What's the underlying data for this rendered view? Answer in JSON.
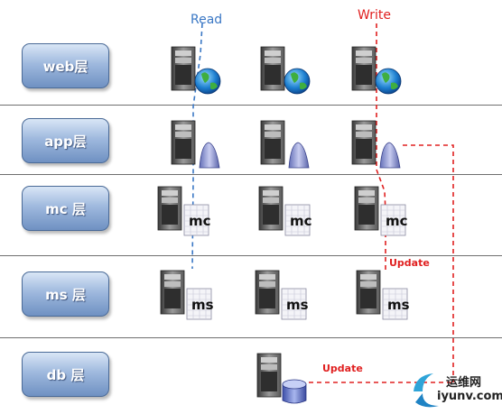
{
  "layers": [
    {
      "label": "web层",
      "badge": ""
    },
    {
      "label": "app层",
      "badge": ""
    },
    {
      "label": "mc 层",
      "badge": "mc"
    },
    {
      "label": "ms 层",
      "badge": "ms"
    },
    {
      "label": "db 层",
      "badge": ""
    }
  ],
  "flows": {
    "read_label": "Read",
    "write_label": "Write"
  },
  "update_labels": {
    "mc": "Update",
    "db": "Update"
  },
  "watermark": {
    "name": "运维网",
    "url": "iyunv.com"
  },
  "colors": {
    "read_line": "#3b78c5",
    "write_line": "#e02020",
    "layer_fill": "#8eaad6"
  },
  "icons": {
    "web": "server-globe-icon",
    "app": "server-app-icon",
    "mc": "server-grid-icon",
    "ms": "server-grid-icon",
    "db": "server-database-icon"
  }
}
